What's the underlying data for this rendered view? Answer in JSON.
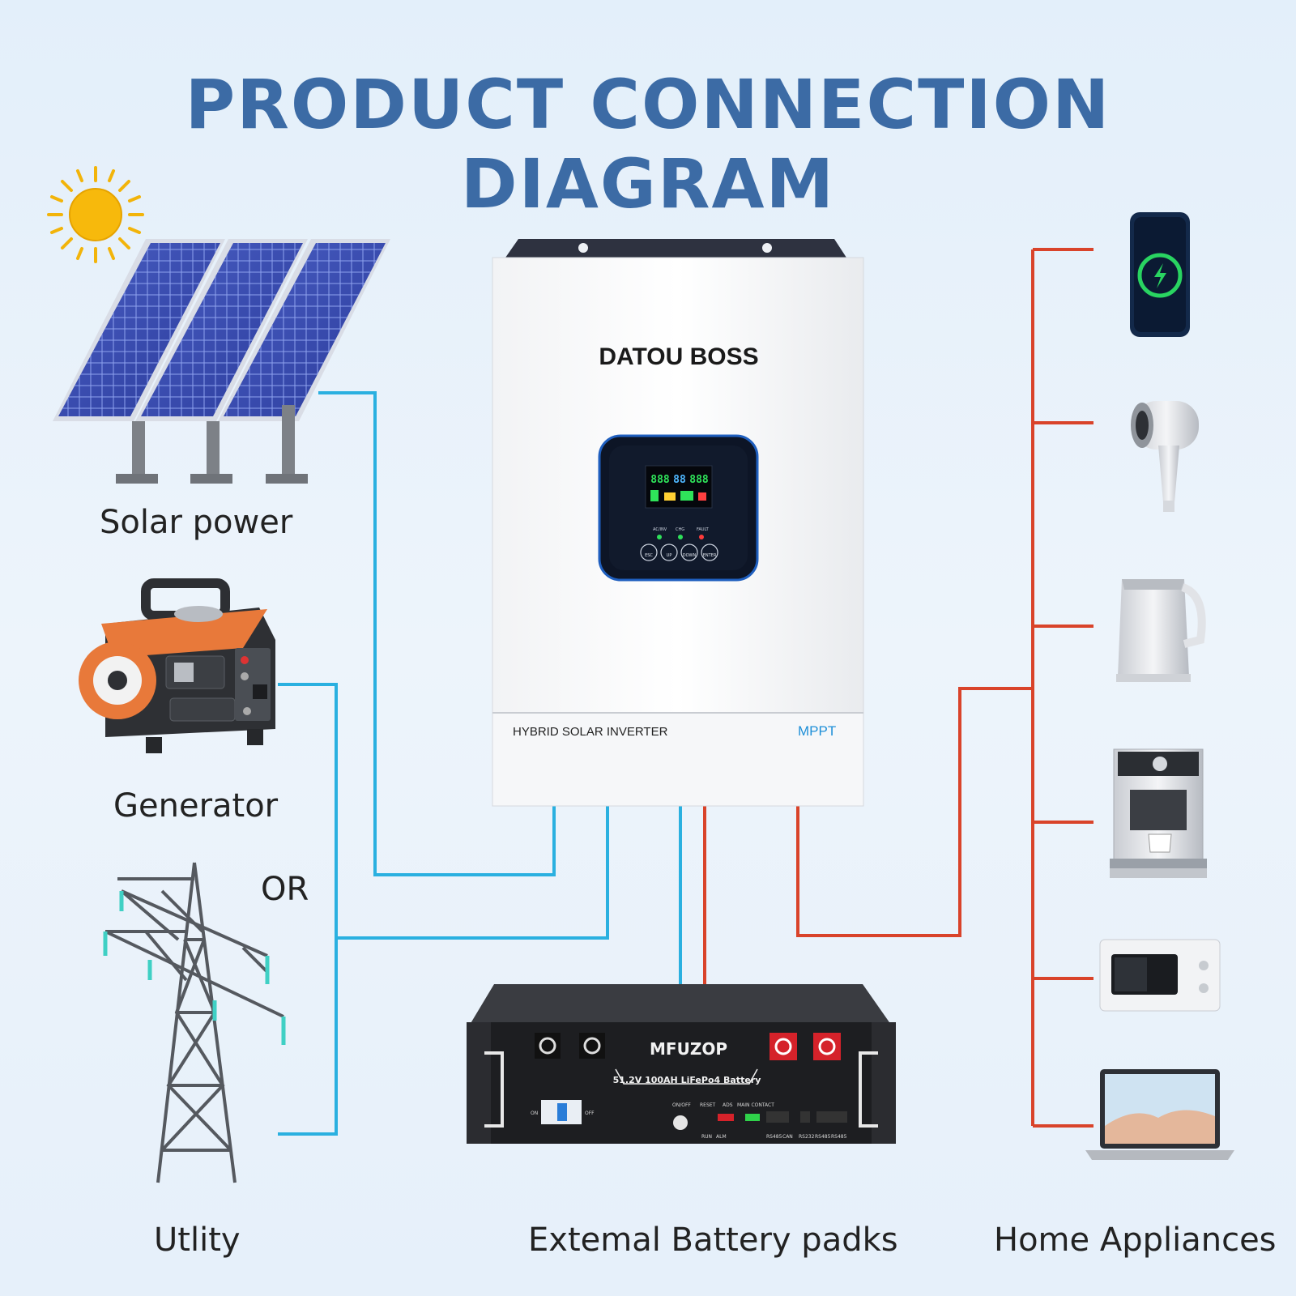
{
  "title": "PRODUCT CONNECTION DIAGRAM",
  "sources": {
    "solar": "Solar power",
    "generator": "Generator",
    "or": "OR",
    "utility": "Utlity"
  },
  "inverter": {
    "brand": "DATOU BOSS",
    "model": "HYBRID SOLAR INVERTER",
    "feature": "MPPT",
    "display_digits_left": "888",
    "display_digits_mid": "88",
    "display_digits_right": "888",
    "buttons": [
      "ESC",
      "UP",
      "DOWN",
      "ENTER"
    ],
    "indicators": [
      "AC/INV",
      "CHG",
      "FAULT"
    ]
  },
  "battery": {
    "brand": "MFUZOP",
    "model": "51.2V 100AH LiFePo4 Battery",
    "labels": [
      "ON/OFF",
      "RESET",
      "ADS",
      "MAIN CONTACT",
      "ON",
      "OFF",
      "RUN",
      "ALM",
      "RS485",
      "CAN",
      "RS232",
      "RS485",
      "RS485"
    ],
    "caption": "Extemal Battery padks"
  },
  "appliances": {
    "caption": "Home Appliances",
    "items": [
      "phone",
      "hair-dryer",
      "kettle",
      "coffee-machine",
      "microwave",
      "laptop"
    ]
  },
  "colors": {
    "title": "#3c6ba5",
    "dc_line": "#2ab0e0",
    "ac_line": "#d9432a"
  }
}
